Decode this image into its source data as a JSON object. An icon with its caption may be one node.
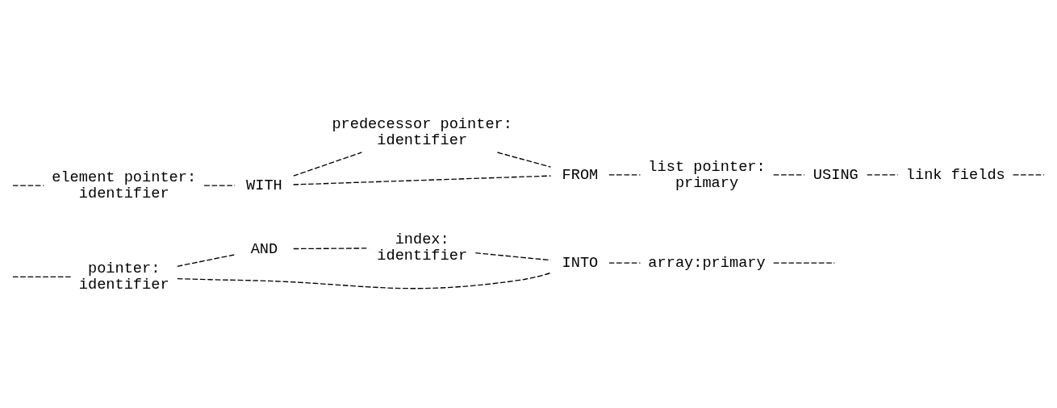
{
  "diagram": {
    "nodes": [
      {
        "text": [
          "identifier"
        ],
        "beside": [
          "pointer:"
        ]
      },
      {
        "text": [
          "AND"
        ]
      },
      {
        "text": [
          "identifier"
        ],
        "beside": [
          "index:"
        ]
      },
      {
        "text": [
          "INTO"
        ]
      },
      {
        "text": [
          "array:primary"
        ]
      },
      {
        "text": [
          "identifier"
        ],
        "beside": [
          "element pointer:"
        ]
      },
      {
        "text": [
          "WITH"
        ]
      },
      {
        "text": [
          "identifier"
        ],
        "beside": [
          "predecessor pointer:"
        ]
      },
      {
        "text": [
          "FROM"
        ]
      },
      {
        "text": [
          "primary"
        ],
        "beside": [
          "list pointer:"
        ]
      },
      {
        "text": [
          "USING"
        ]
      },
      {
        "text": [
          "link fields"
        ]
      }
    ],
    "edges": [
      {
        "from": null,
        "to": 0,
        "arrow": "none"
      },
      {
        "from": 0,
        "to": 3,
        "arrow": "none"
      },
      {
        "from": 0,
        "to": 1,
        "arrow": "none"
      },
      {
        "from": 1,
        "to": 2,
        "arrow": "none"
      },
      {
        "from": 2,
        "to": 3,
        "arrow": "none"
      },
      {
        "from": 3,
        "to": 4,
        "arrow": "none"
      },
      {
        "from": 4,
        "to": null,
        "arrow": "none"
      },
      {
        "from": null,
        "to": 5,
        "arrow": "none"
      },
      {
        "from": 5,
        "to": 6,
        "arrow": "none"
      },
      {
        "from": 6,
        "to": 7,
        "arrow": "none"
      },
      {
        "from": 6,
        "to": 8,
        "arrow": "none"
      },
      {
        "from": 7,
        "to": 8,
        "arrow": "none"
      },
      {
        "from": 8,
        "to": 9,
        "arrow": "none"
      },
      {
        "from": 9,
        "to": 10,
        "arrow": "none"
      },
      {
        "from": 10,
        "to": 11,
        "arrow": "none"
      },
      {
        "from": 11,
        "to": null,
        "arrow": "none"
      }
    ]
  }
}
